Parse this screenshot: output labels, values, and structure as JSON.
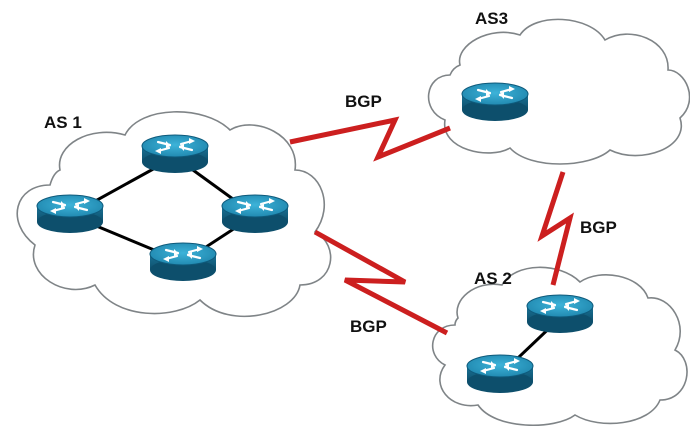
{
  "autonomous_systems": [
    {
      "id": "as1",
      "label": "AS 1",
      "router_count": 4
    },
    {
      "id": "as2",
      "label": "AS 2",
      "router_count": 2
    },
    {
      "id": "as3",
      "label": "AS3",
      "router_count": 1
    }
  ],
  "links": [
    {
      "id": "as1-as3",
      "from": "AS 1",
      "to": "AS3",
      "label": "BGP"
    },
    {
      "id": "as1-as2",
      "from": "AS 1",
      "to": "AS 2",
      "label": "BGP"
    },
    {
      "id": "as3-as2",
      "from": "AS3",
      "to": "AS 2",
      "label": "BGP"
    }
  ],
  "colors": {
    "bgp_link": "#cc1f1f",
    "internal_link": "#000000",
    "router_body": "#1f7fa3",
    "router_top": "#2a9ec7",
    "cloud_outline": "#7f8487"
  },
  "icons": {
    "router": "router-icon",
    "cloud": "cloud-shape"
  }
}
